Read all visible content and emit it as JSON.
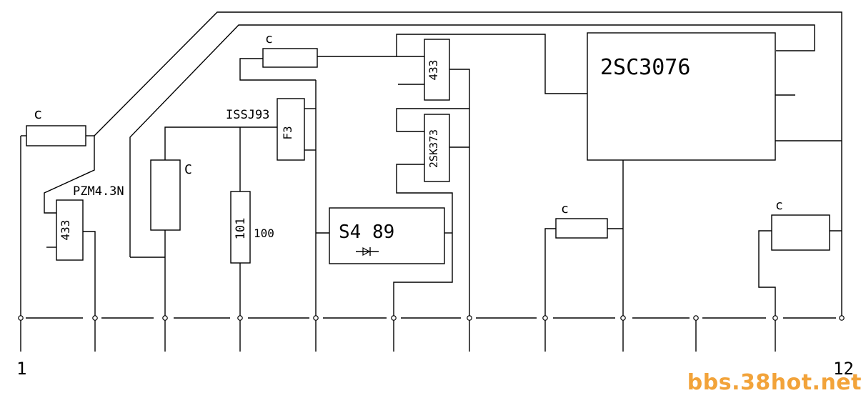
{
  "components": {
    "r_top_left": "c",
    "pzm_label": "PZM4.3N",
    "u_433_left": "433",
    "c_mid_left": "C",
    "r_top": "c",
    "iss_label": "ISSJ93",
    "f3_label": "F3",
    "r_101": "101",
    "r_101_value": "100",
    "u_433_top": "433",
    "u_2sk373": "2SK373",
    "s489_label": "S4  89",
    "ic_2sc3076": "2SC3076",
    "r_c_right": "c",
    "c_box_right": "c"
  },
  "pins": {
    "pin_1": "1",
    "pin_12": "12"
  },
  "watermark": "bbs.38hot.net"
}
